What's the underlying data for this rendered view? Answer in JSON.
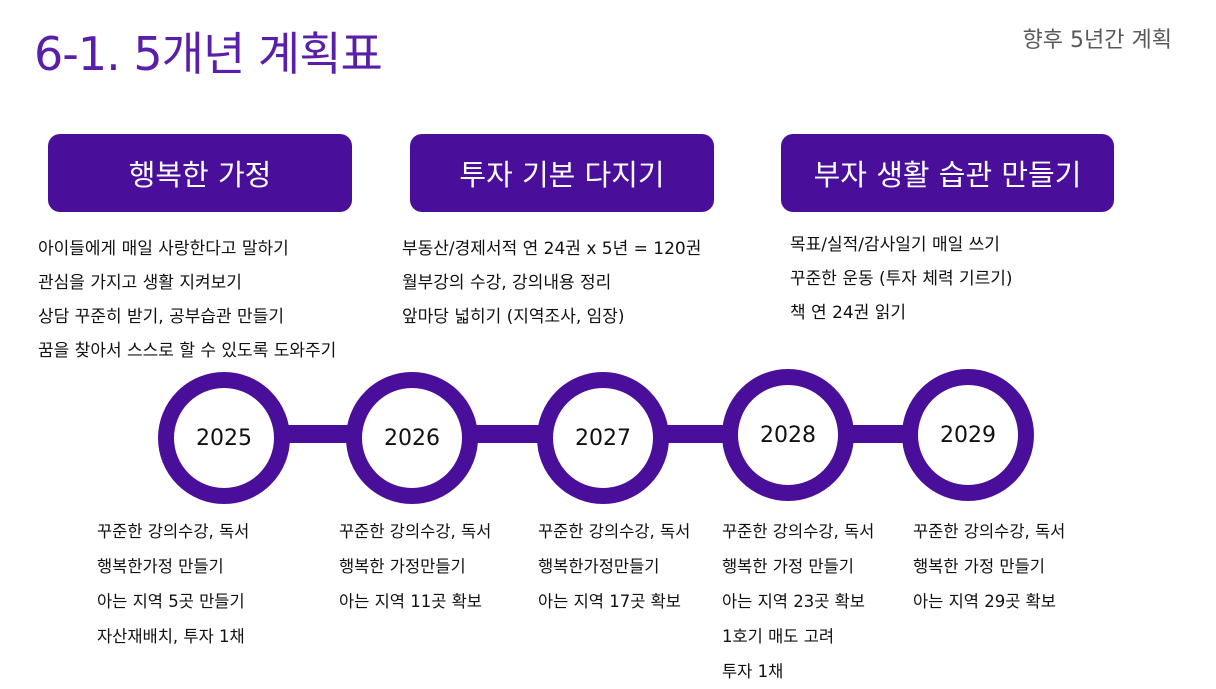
{
  "slide": {
    "title": "6-1. 5개년 계획표",
    "subtitle": "향후 5년간 계획"
  },
  "goals": [
    {
      "header": "행복한 가정",
      "items": [
        "아이들에게 매일 사랑한다고 말하기",
        "관심을 가지고 생활 지켜보기",
        "상담 꾸준히 받기, 공부습관 만들기",
        "꿈을 찾아서 스스로 할 수 있도록 도와주기"
      ]
    },
    {
      "header": "투자 기본 다지기",
      "items": [
        "부동산/경제서적 연 24권 x 5년 = 120권",
        "월부강의 수강, 강의내용 정리",
        "앞마당 넓히기 (지역조사, 임장)"
      ]
    },
    {
      "header": "부자 생활 습관 만들기",
      "items": [
        "목표/실적/감사일기 매일 쓰기",
        "꾸준한 운동 (투자 체력 기르기)",
        "책 연 24권 읽기"
      ]
    }
  ],
  "timeline": [
    {
      "year": "2025",
      "items": [
        "꾸준한 강의수강, 독서",
        "행복한가정 만들기",
        "아는 지역 5곳 만들기",
        "자산재배치, 투자 1채"
      ]
    },
    {
      "year": "2026",
      "items": [
        "꾸준한 강의수강, 독서",
        "행복한 가정만들기",
        "아는 지역 11곳 확보"
      ]
    },
    {
      "year": "2027",
      "items": [
        "꾸준한 강의수강, 독서",
        "행복한가정만들기",
        "아는 지역 17곳 확보"
      ]
    },
    {
      "year": "2028",
      "items": [
        "꾸준한 강의수강, 독서",
        "행복한 가정 만들기",
        "아는 지역 23곳 확보",
        "1호기 매도 고려",
        "투자 1채"
      ]
    },
    {
      "year": "2029",
      "items": [
        "꾸준한 강의수강, 독서",
        "행복한 가정 만들기",
        "아는 지역 29곳 확보"
      ]
    }
  ],
  "colors": {
    "accent": "#4a0f9a",
    "title": "#5a1fa8",
    "subtitle": "#595959"
  }
}
